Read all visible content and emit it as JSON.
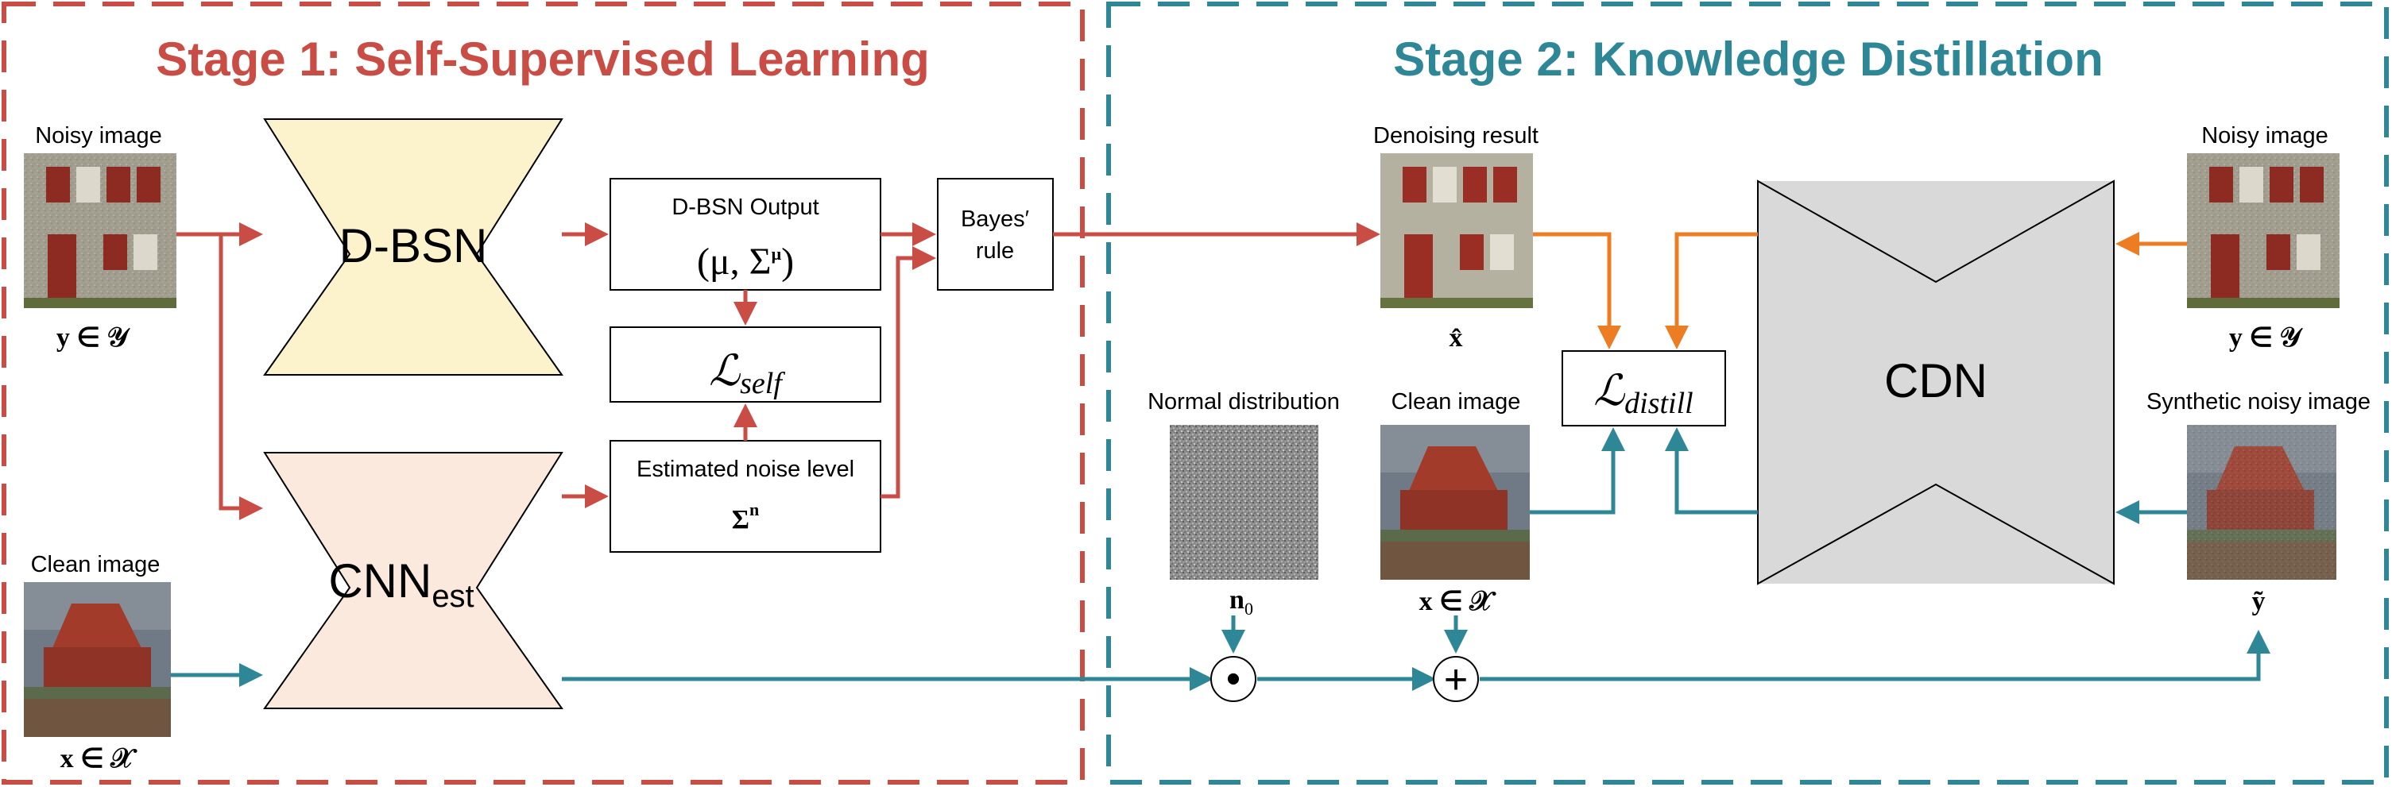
{
  "stage1": {
    "title": "Stage 1: Self-Supervised Learning",
    "noisy_label": "Noisy image",
    "noisy_math": "y ∈ 𝒴",
    "clean_label": "Clean image",
    "clean_math": "x ∈ 𝒳",
    "dbsn_label": "D-BSN",
    "cnn_label": "CNN",
    "cnn_sub": "est",
    "dbsn_output_label": "D-BSN Output",
    "dbsn_output_math": "(μ, Σ",
    "dbsn_output_sup": "μ",
    "dbsn_output_close": ")",
    "loss_main": "ℒ",
    "loss_sub": "self",
    "noise_level_label": "Estimated noise level",
    "noise_level_math": "Σ",
    "noise_level_sup": "n",
    "bayes_line1": "Bayes′",
    "bayes_line2": "rule"
  },
  "stage2": {
    "title": "Stage 2: Knowledge Distillation",
    "denoise_label": "Denoising result",
    "denoise_math": "x̂",
    "normal_label": "Normal distribution",
    "normal_math": "n",
    "normal_sub": "0",
    "clean_label": "Clean image",
    "clean_math": "x ∈ 𝒳",
    "loss_main": "ℒ",
    "loss_sub": "distill",
    "cdn_label": "CDN",
    "noisy_label": "Noisy image",
    "noisy_math": "y ∈ 𝒴",
    "synth_label": "Synthetic noisy image",
    "synth_math": "ỹ",
    "mult_symbol": "•",
    "add_symbol": "+"
  },
  "colors": {
    "stage1": "#c94c45",
    "stage2": "#2e8796",
    "orange": "#ec7d23",
    "dbsn_fill": "#fcf3cc",
    "cnn_fill": "#fbe9dd",
    "cdn_fill": "#d9d9d9"
  }
}
